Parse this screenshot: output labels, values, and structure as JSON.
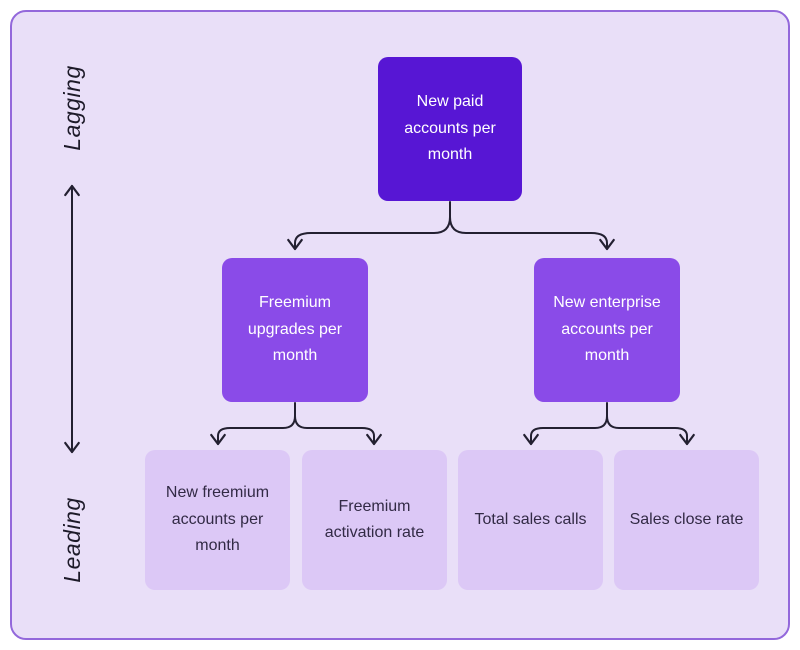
{
  "colors": {
    "page_bg": "#ffffff",
    "panel_fill": "#e9dff8",
    "panel_border": "#9368db",
    "root_fill": "#5716d4",
    "branch_fill": "#8a4be8",
    "leaf_fill": "#dcc8f6",
    "node_text_light": "#ffffff",
    "leaf_text": "#322a45",
    "arrow": "#232031",
    "label_text": "#1d1a29"
  },
  "axis": {
    "top_label": "Lagging",
    "bottom_label": "Leading"
  },
  "tree": {
    "root": {
      "label": "New paid accounts per month"
    },
    "branches": [
      {
        "label": "Freemium upgrades per month"
      },
      {
        "label": "New enterprise accounts per month"
      }
    ],
    "leaves": [
      {
        "label": "New freemium accounts per month"
      },
      {
        "label": "Freemium activation rate"
      },
      {
        "label": "Total sales calls"
      },
      {
        "label": "Sales close rate"
      }
    ]
  }
}
